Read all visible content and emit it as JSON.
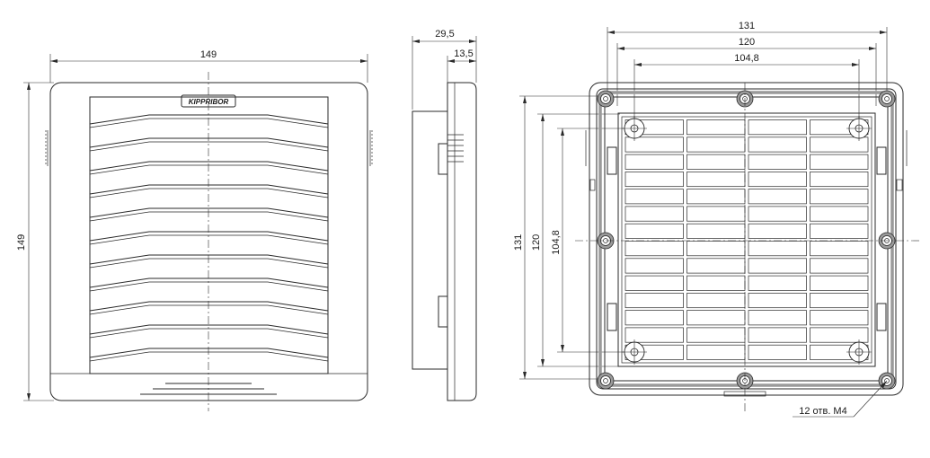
{
  "front_view": {
    "width_label": "149",
    "height_label": "149",
    "logo_text": "KIPPRIBOR",
    "louver_count": 11
  },
  "side_view": {
    "depth_label": "29,5",
    "flange_label": "13,5"
  },
  "rear_view": {
    "outer_label": "131",
    "mid_label": "120",
    "inner_label": "104,8",
    "height_outer_label": "131",
    "height_mid_label": "120",
    "height_inner_label": "104,8",
    "holes_label": "12 отв. М4",
    "grid_rows": 14,
    "grid_cols": 4
  }
}
